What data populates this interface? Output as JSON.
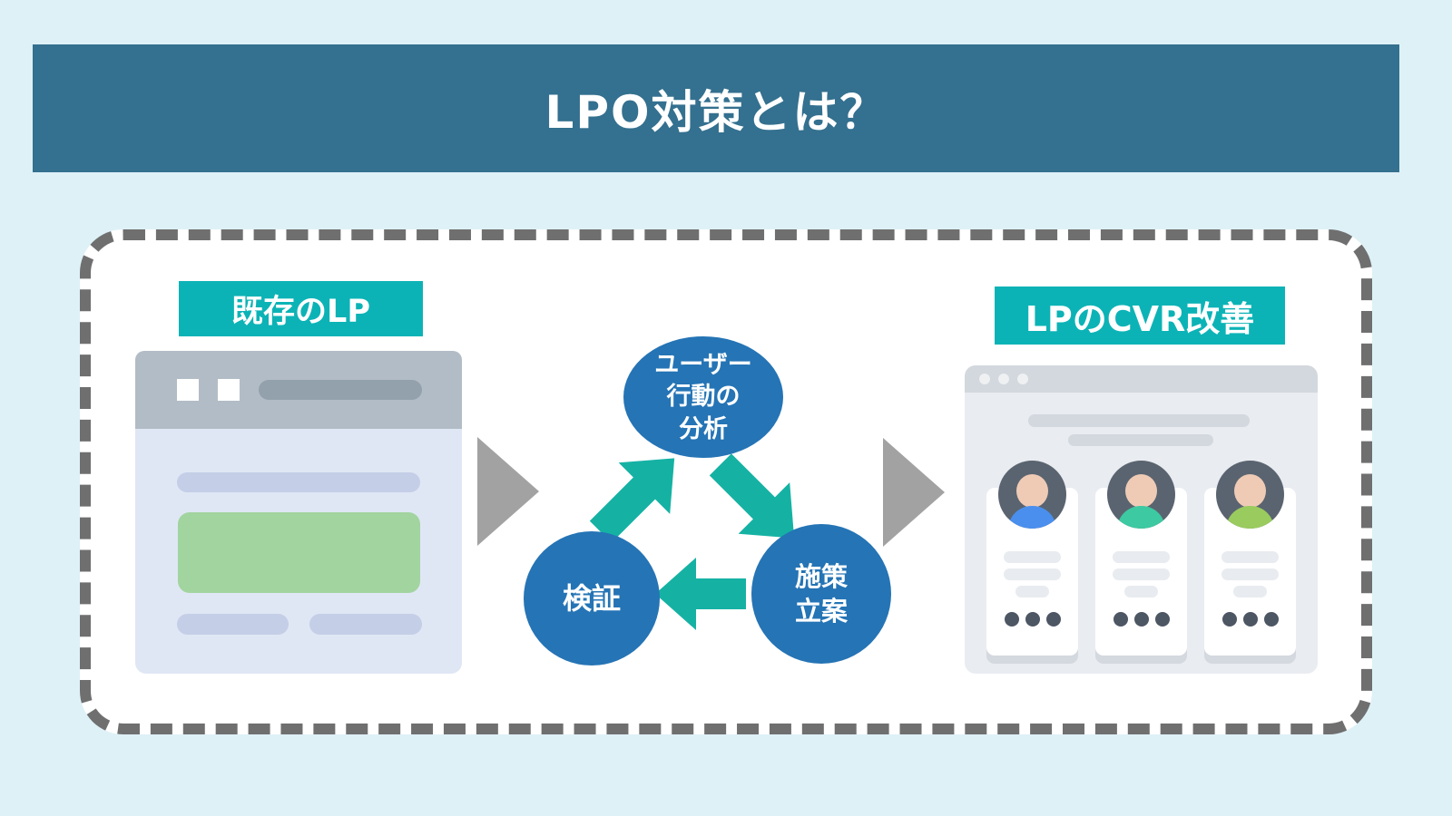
{
  "header": {
    "title": "LPO対策とは？"
  },
  "flow": {
    "source_label": "既存のLP",
    "result_label": "LPのCVR改善",
    "cycle": {
      "analysis_lines": [
        "ユーザー",
        "行動の",
        "分析"
      ],
      "verify_label": "検証",
      "plan_lines": [
        "施策",
        "立案"
      ]
    }
  },
  "colors": {
    "page-bg": "#def1f7",
    "header-bg": "#34708f",
    "accent-teal": "#0cb3b6",
    "arrow-teal": "#15b2a4",
    "cycle-blue": "#2574b5",
    "triangle-gray": "#a2a2a2",
    "dash-gray": "#6f6f6f",
    "browser-a-header": "#b2bcc6",
    "browser-a-pill": "#93a1ad",
    "browser-a-body": "#dfe7f4",
    "browser-a-line": "#c4cee7",
    "hero-green": "#a2d49f",
    "browser-b-topbar": "#d3d8de",
    "browser-b-dot": "#eef0f2",
    "browser-b-body": "#e9ecf0",
    "browser-b-line": "#d3d8df",
    "card-shadow": "#d4d8df",
    "card-line": "#e8ebef",
    "card-dot": "#4d5663",
    "avatar-bg": "#5a6470",
    "avatar-skin": "#efcbb6",
    "shirt-blue": "#4a8fee",
    "shirt-teal": "#3dc9a1",
    "shirt-green": "#9acb5e"
  }
}
